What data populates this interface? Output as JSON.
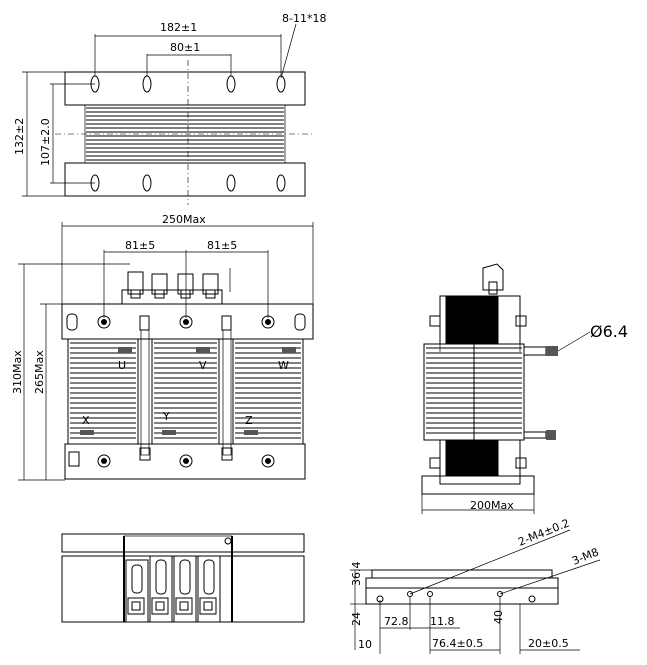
{
  "top_view": {
    "dims": {
      "overall_hole_span": "182±1",
      "inner_hole_span": "80±1",
      "slot_spec": "8-11*18",
      "height_outer": "132±2",
      "height_inner": "107±2.0"
    }
  },
  "front_view": {
    "dims": {
      "width_max": "250Max",
      "spacing_left": "81±5",
      "spacing_right": "81±5",
      "height_overall": "310Max",
      "height_core": "265Max"
    },
    "phase_labels": {
      "u": "U",
      "v": "V",
      "w": "W",
      "x": "X",
      "y": "Y",
      "z": "Z"
    }
  },
  "side_view": {
    "dims": {
      "terminal_diameter": "Ø6.4",
      "depth_max": "200Max"
    }
  },
  "detail_view": {
    "dims": {
      "screw_spec": "2-M4±0.2",
      "thread_spec": "3-M8",
      "height_a": "36.4",
      "height_b": "24",
      "height_c": "10",
      "height_d": "40",
      "len_a": "72.8",
      "len_b": "11.8",
      "len_c": "76.4±0.5",
      "len_d": "20±0.5"
    }
  }
}
